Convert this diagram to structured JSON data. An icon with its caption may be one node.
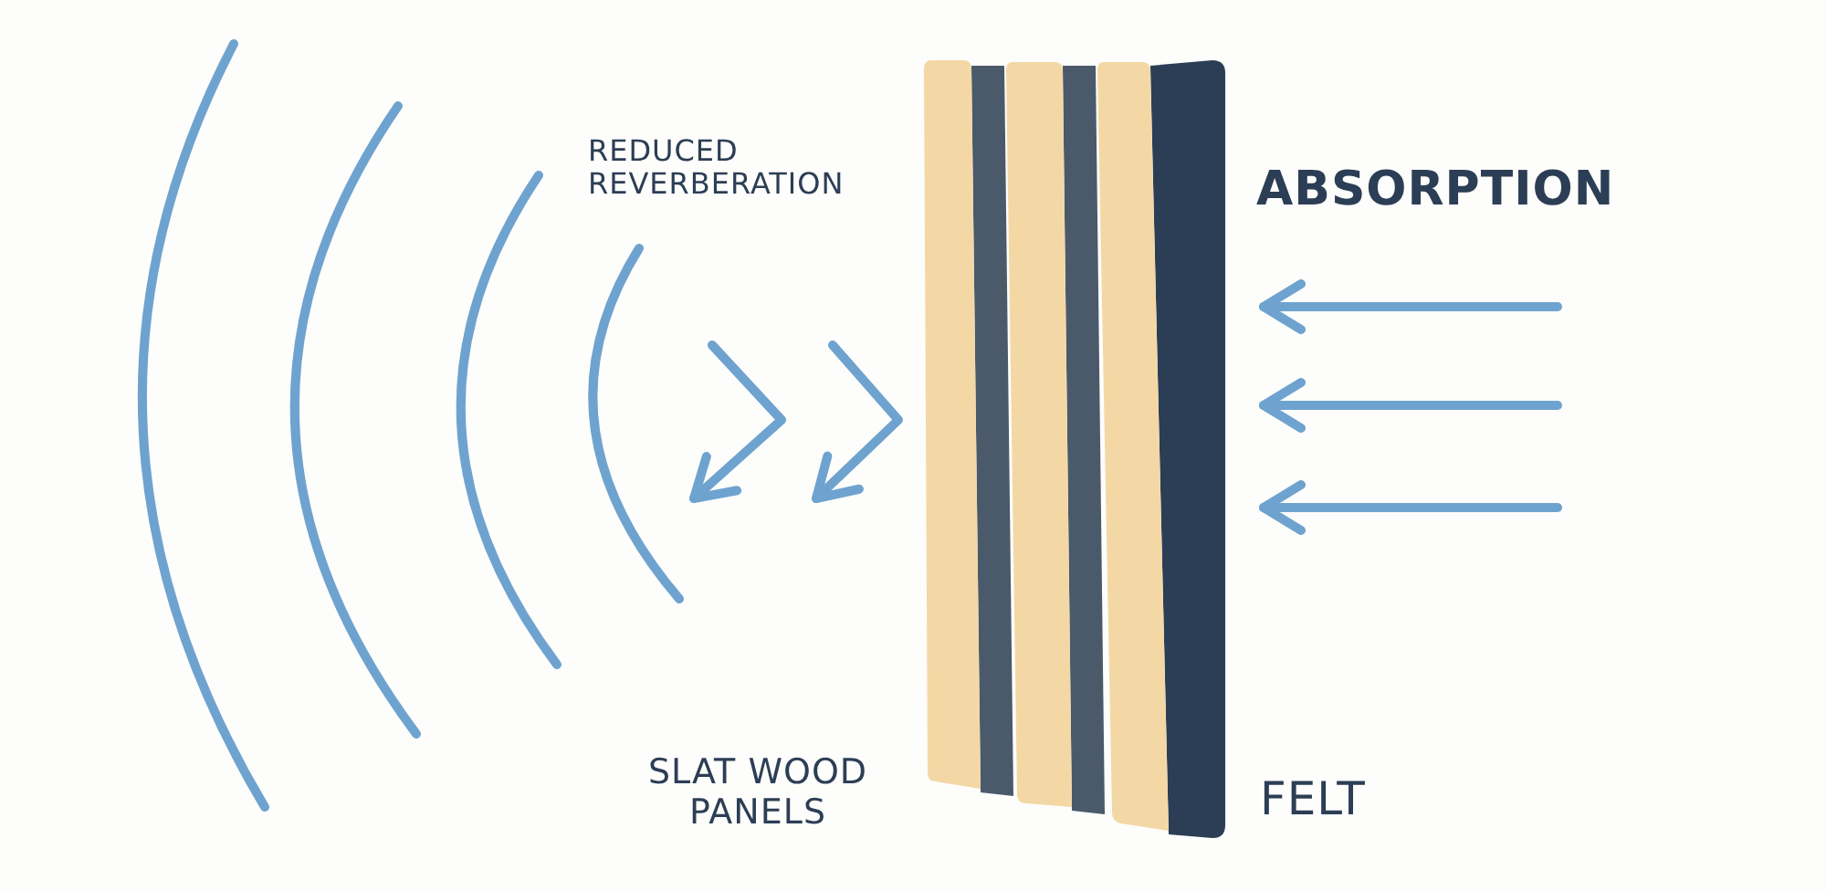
{
  "diagram": {
    "labels": [
      "REDUCED REVERBERATION",
      "ABSORPTION",
      "SLAT WOOD PANELS",
      "FELT"
    ]
  }
}
